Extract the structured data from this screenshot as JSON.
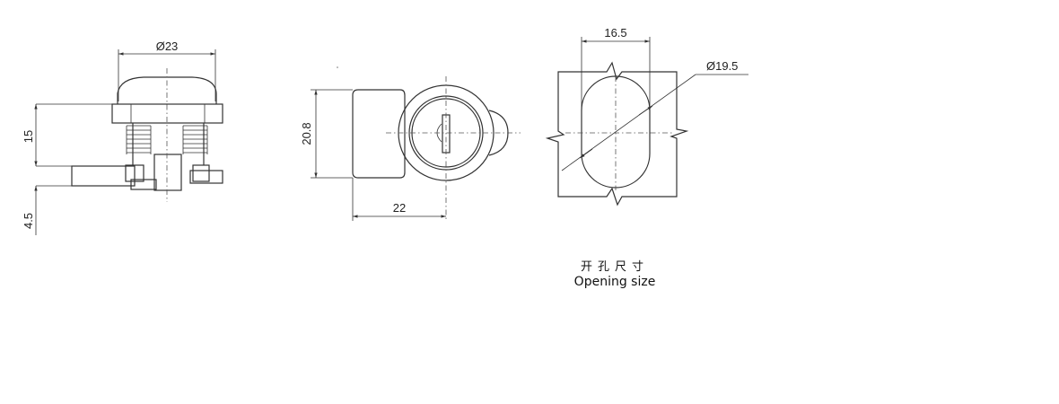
{
  "views": {
    "side": {
      "diameter_label": "Ø23",
      "height_label": "15",
      "cam_label": "4.5"
    },
    "front": {
      "height_label": "20.8",
      "width_label": "22"
    },
    "opening": {
      "width_label": "16.5",
      "diameter_label": "Ø19.5"
    }
  },
  "caption": {
    "chinese": "开孔尺寸",
    "english": "Opening size"
  }
}
